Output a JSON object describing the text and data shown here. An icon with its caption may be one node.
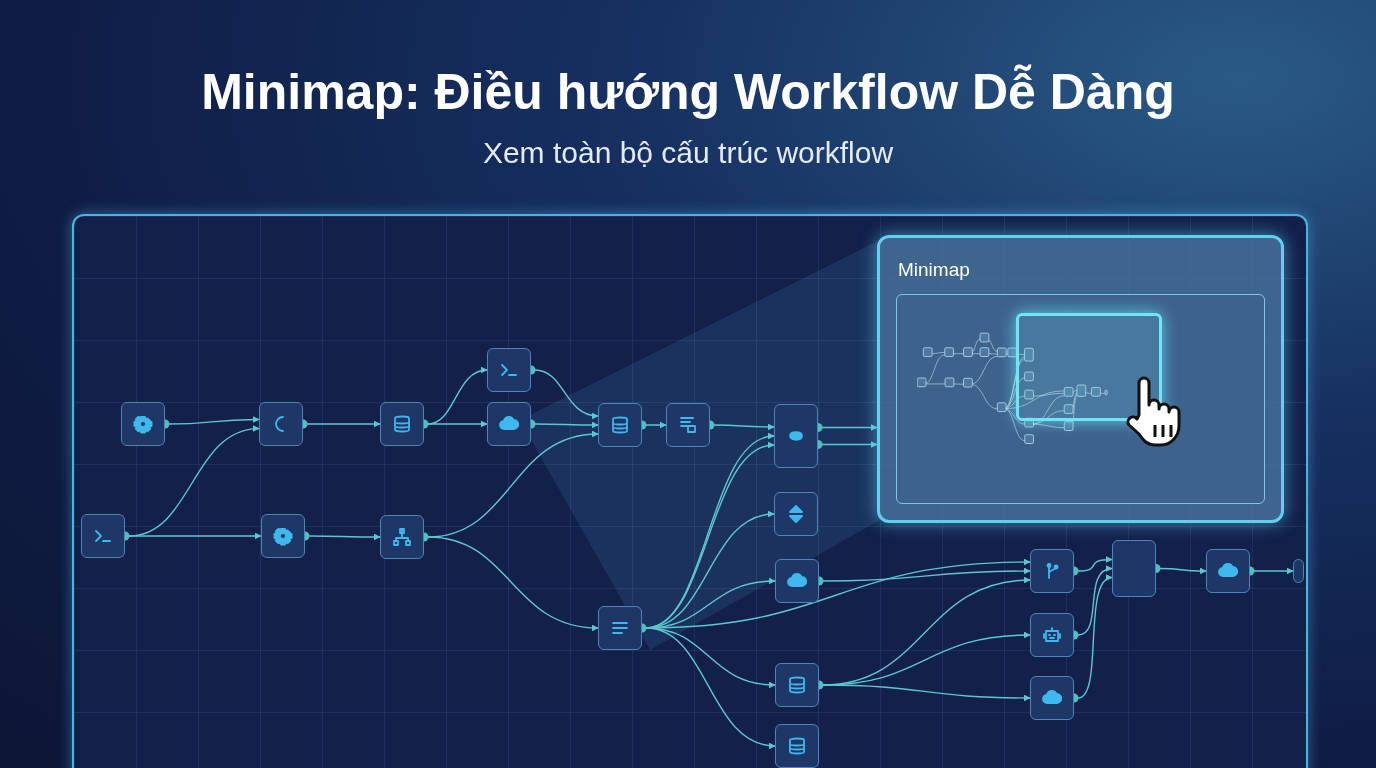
{
  "diagram": {
    "title": "Minimap: Điều hướng Workflow Dễ Dàng",
    "nodes": [
      {
        "text": [
          "Minimap"
        ]
      },
      {
        "text": [],
        "shape": "box"
      },
      {
        "text": [],
        "shape": "box"
      },
      {
        "text": [],
        "shape": "box"
      },
      {
        "text": [],
        "shape": "box"
      },
      {
        "text": [],
        "shape": "box"
      },
      {
        "text": [],
        "shape": "box"
      },
      {
        "text": [],
        "shape": "box"
      },
      {
        "text": [],
        "shape": "box"
      },
      {
        "text": [],
        "shape": "box"
      },
      {
        "text": [],
        "shape": "box"
      },
      {
        "text": [],
        "shape": "box"
      },
      {
        "text": [],
        "shape": "box"
      },
      {
        "text": [],
        "shape": "box"
      },
      {
        "text": [],
        "shape": "box"
      },
      {
        "text": [],
        "shape": "box"
      },
      {
        "text": [],
        "shape": "box"
      },
      {
        "text": [],
        "shape": "box"
      },
      {
        "text": [],
        "shape": "box"
      },
      {
        "text": [],
        "shape": "box"
      },
      {
        "text": [],
        "shape": "box"
      },
      {
        "text": [],
        "shape": "box"
      },
      {
        "text": [],
        "shape": "box"
      }
    ],
    "edges": [
      {
        "from": 1,
        "to": 3,
        "arrow": "to"
      },
      {
        "from": 2,
        "to": 3,
        "arrow": "to"
      },
      {
        "from": 2,
        "to": 4,
        "arrow": "to"
      },
      {
        "from": 3,
        "to": 5,
        "arrow": "to"
      },
      {
        "from": 4,
        "to": 6,
        "arrow": "to"
      },
      {
        "from": 5,
        "to": 7,
        "arrow": "to"
      },
      {
        "from": 5,
        "to": 8,
        "arrow": "to"
      },
      {
        "from": 7,
        "to": 9,
        "arrow": "to"
      },
      {
        "from": 8,
        "to": 9,
        "arrow": "to"
      },
      {
        "from": 6,
        "to": 9,
        "arrow": "to"
      },
      {
        "from": 6,
        "to": 14,
        "arrow": "to"
      },
      {
        "from": 9,
        "to": 10,
        "arrow": "to"
      },
      {
        "from": 10,
        "to": 11,
        "arrow": "to"
      },
      {
        "from": 14,
        "to": 11,
        "arrow": "to"
      },
      {
        "from": 14,
        "to": 11,
        "arrow": "to"
      },
      {
        "from": 14,
        "to": 12,
        "arrow": "to"
      },
      {
        "from": 14,
        "to": 13,
        "arrow": "to"
      },
      {
        "from": 14,
        "to": 15,
        "arrow": "to"
      },
      {
        "from": 14,
        "to": 16,
        "arrow": "to"
      },
      {
        "from": 14,
        "to": 17,
        "arrow": "to"
      },
      {
        "from": 11,
        "to": 0,
        "arrow": "to"
      },
      {
        "from": 11,
        "to": 0,
        "arrow": "to"
      },
      {
        "from": 13,
        "to": 17,
        "arrow": "to"
      },
      {
        "from": 15,
        "to": 17,
        "arrow": "to"
      },
      {
        "from": 15,
        "to": 18,
        "arrow": "to"
      },
      {
        "from": 15,
        "to": 19,
        "arrow": "to"
      },
      {
        "from": 17,
        "to": 20,
        "arrow": "to"
      },
      {
        "from": 18,
        "to": 20,
        "arrow": "to"
      },
      {
        "from": 19,
        "to": 20,
        "arrow": "to"
      },
      {
        "from": 20,
        "to": 21,
        "arrow": "to"
      },
      {
        "from": 21,
        "to": 22,
        "arrow": "to"
      }
    ],
    "labels": [
      "Xem toàn bộ cấu trúc workflow"
    ]
  }
}
